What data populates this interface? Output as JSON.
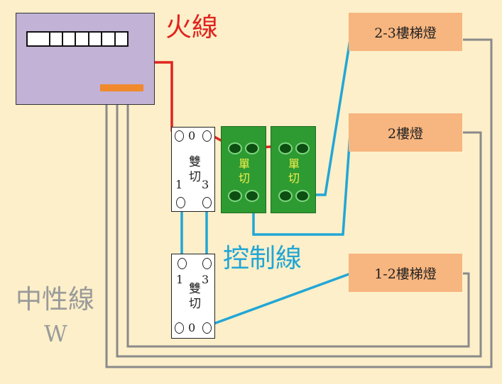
{
  "labels": {
    "live_wire": "火線",
    "control_wire": "控制線",
    "neutral_wire": "中性線",
    "neutral_w": "W"
  },
  "lamps": {
    "lamp_2_3": "2-3樓梯燈",
    "lamp_2": "2樓燈",
    "lamp_1_2": "1-2樓梯燈"
  },
  "switches": {
    "upper_two_way": {
      "name": "雙切",
      "t0": "0",
      "t1": "1",
      "t3": "3"
    },
    "lower_two_way": {
      "name": "雙切",
      "t0": "0",
      "t1": "1",
      "t3": "3"
    },
    "single_a": {
      "name": "單切"
    },
    "single_b": {
      "name": "單切"
    }
  },
  "colors": {
    "background": "#fcefc9",
    "panel": "#c2b2d6",
    "live_wire": "#e0241e",
    "control_wire": "#22a6d6",
    "neutral_wire": "#8a8a8a",
    "lamp_box": "#f7b57f",
    "single_switch": "#2e9a32"
  }
}
